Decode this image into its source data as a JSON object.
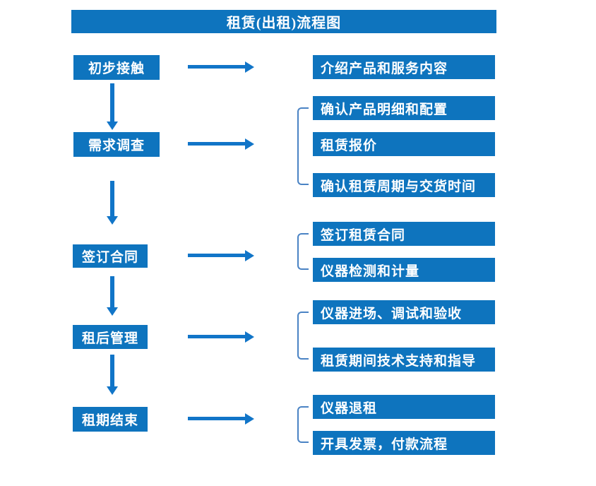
{
  "title": "租赁(出租)流程图",
  "colors": {
    "box": "#0E74BE",
    "arrow": "#1175C8",
    "bracket": "#4A83C4",
    "text": "#FFFFFF"
  },
  "groups": [
    {
      "step": "初步接触",
      "details": [
        "介绍产品和服务内容"
      ]
    },
    {
      "step": "需求调查",
      "details": [
        "确认产品明细和配置",
        "租赁报价",
        "确认租赁周期与交货时间"
      ]
    },
    {
      "step": "签订合同",
      "details": [
        "签订租赁合同",
        "仪器检测和计量"
      ]
    },
    {
      "step": "租后管理",
      "details": [
        "仪器进场、调试和验收",
        "租赁期间技术支持和指导"
      ]
    },
    {
      "step": "租期结束",
      "details": [
        "仪器退租",
        "开具发票，付款流程"
      ]
    }
  ]
}
